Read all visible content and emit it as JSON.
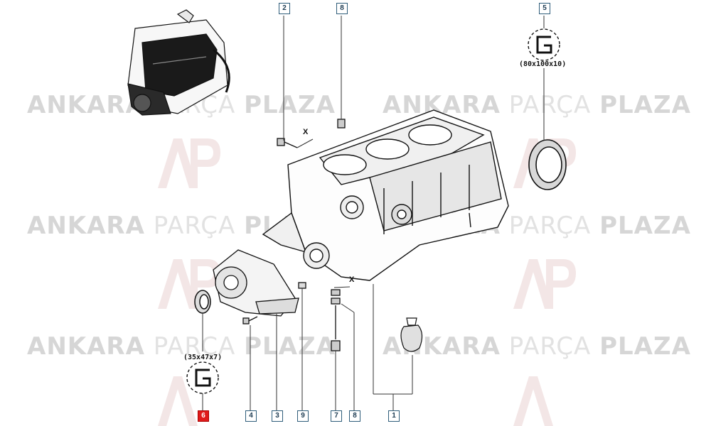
{
  "watermark": {
    "brand_bold_1": "ANKARA",
    "brand_light": "PARÇA",
    "brand_bold_2": "PLAZA"
  },
  "callouts": {
    "c1": "1",
    "c2": "2",
    "c3": "3",
    "c4": "4",
    "c5": "5",
    "c6": "6",
    "c7": "7",
    "c8_top": "8",
    "c8_bottom": "8",
    "c9": "9"
  },
  "dimensions": {
    "seal_large": "(80x100x10)",
    "seal_small": "(35x47x7)"
  },
  "marks": {
    "x_top": "X",
    "x_bottom": "X"
  },
  "colors": {
    "highlight": "#e01b1b",
    "callout_border": "#2f5d7a",
    "watermark": "#dcdcdc"
  }
}
